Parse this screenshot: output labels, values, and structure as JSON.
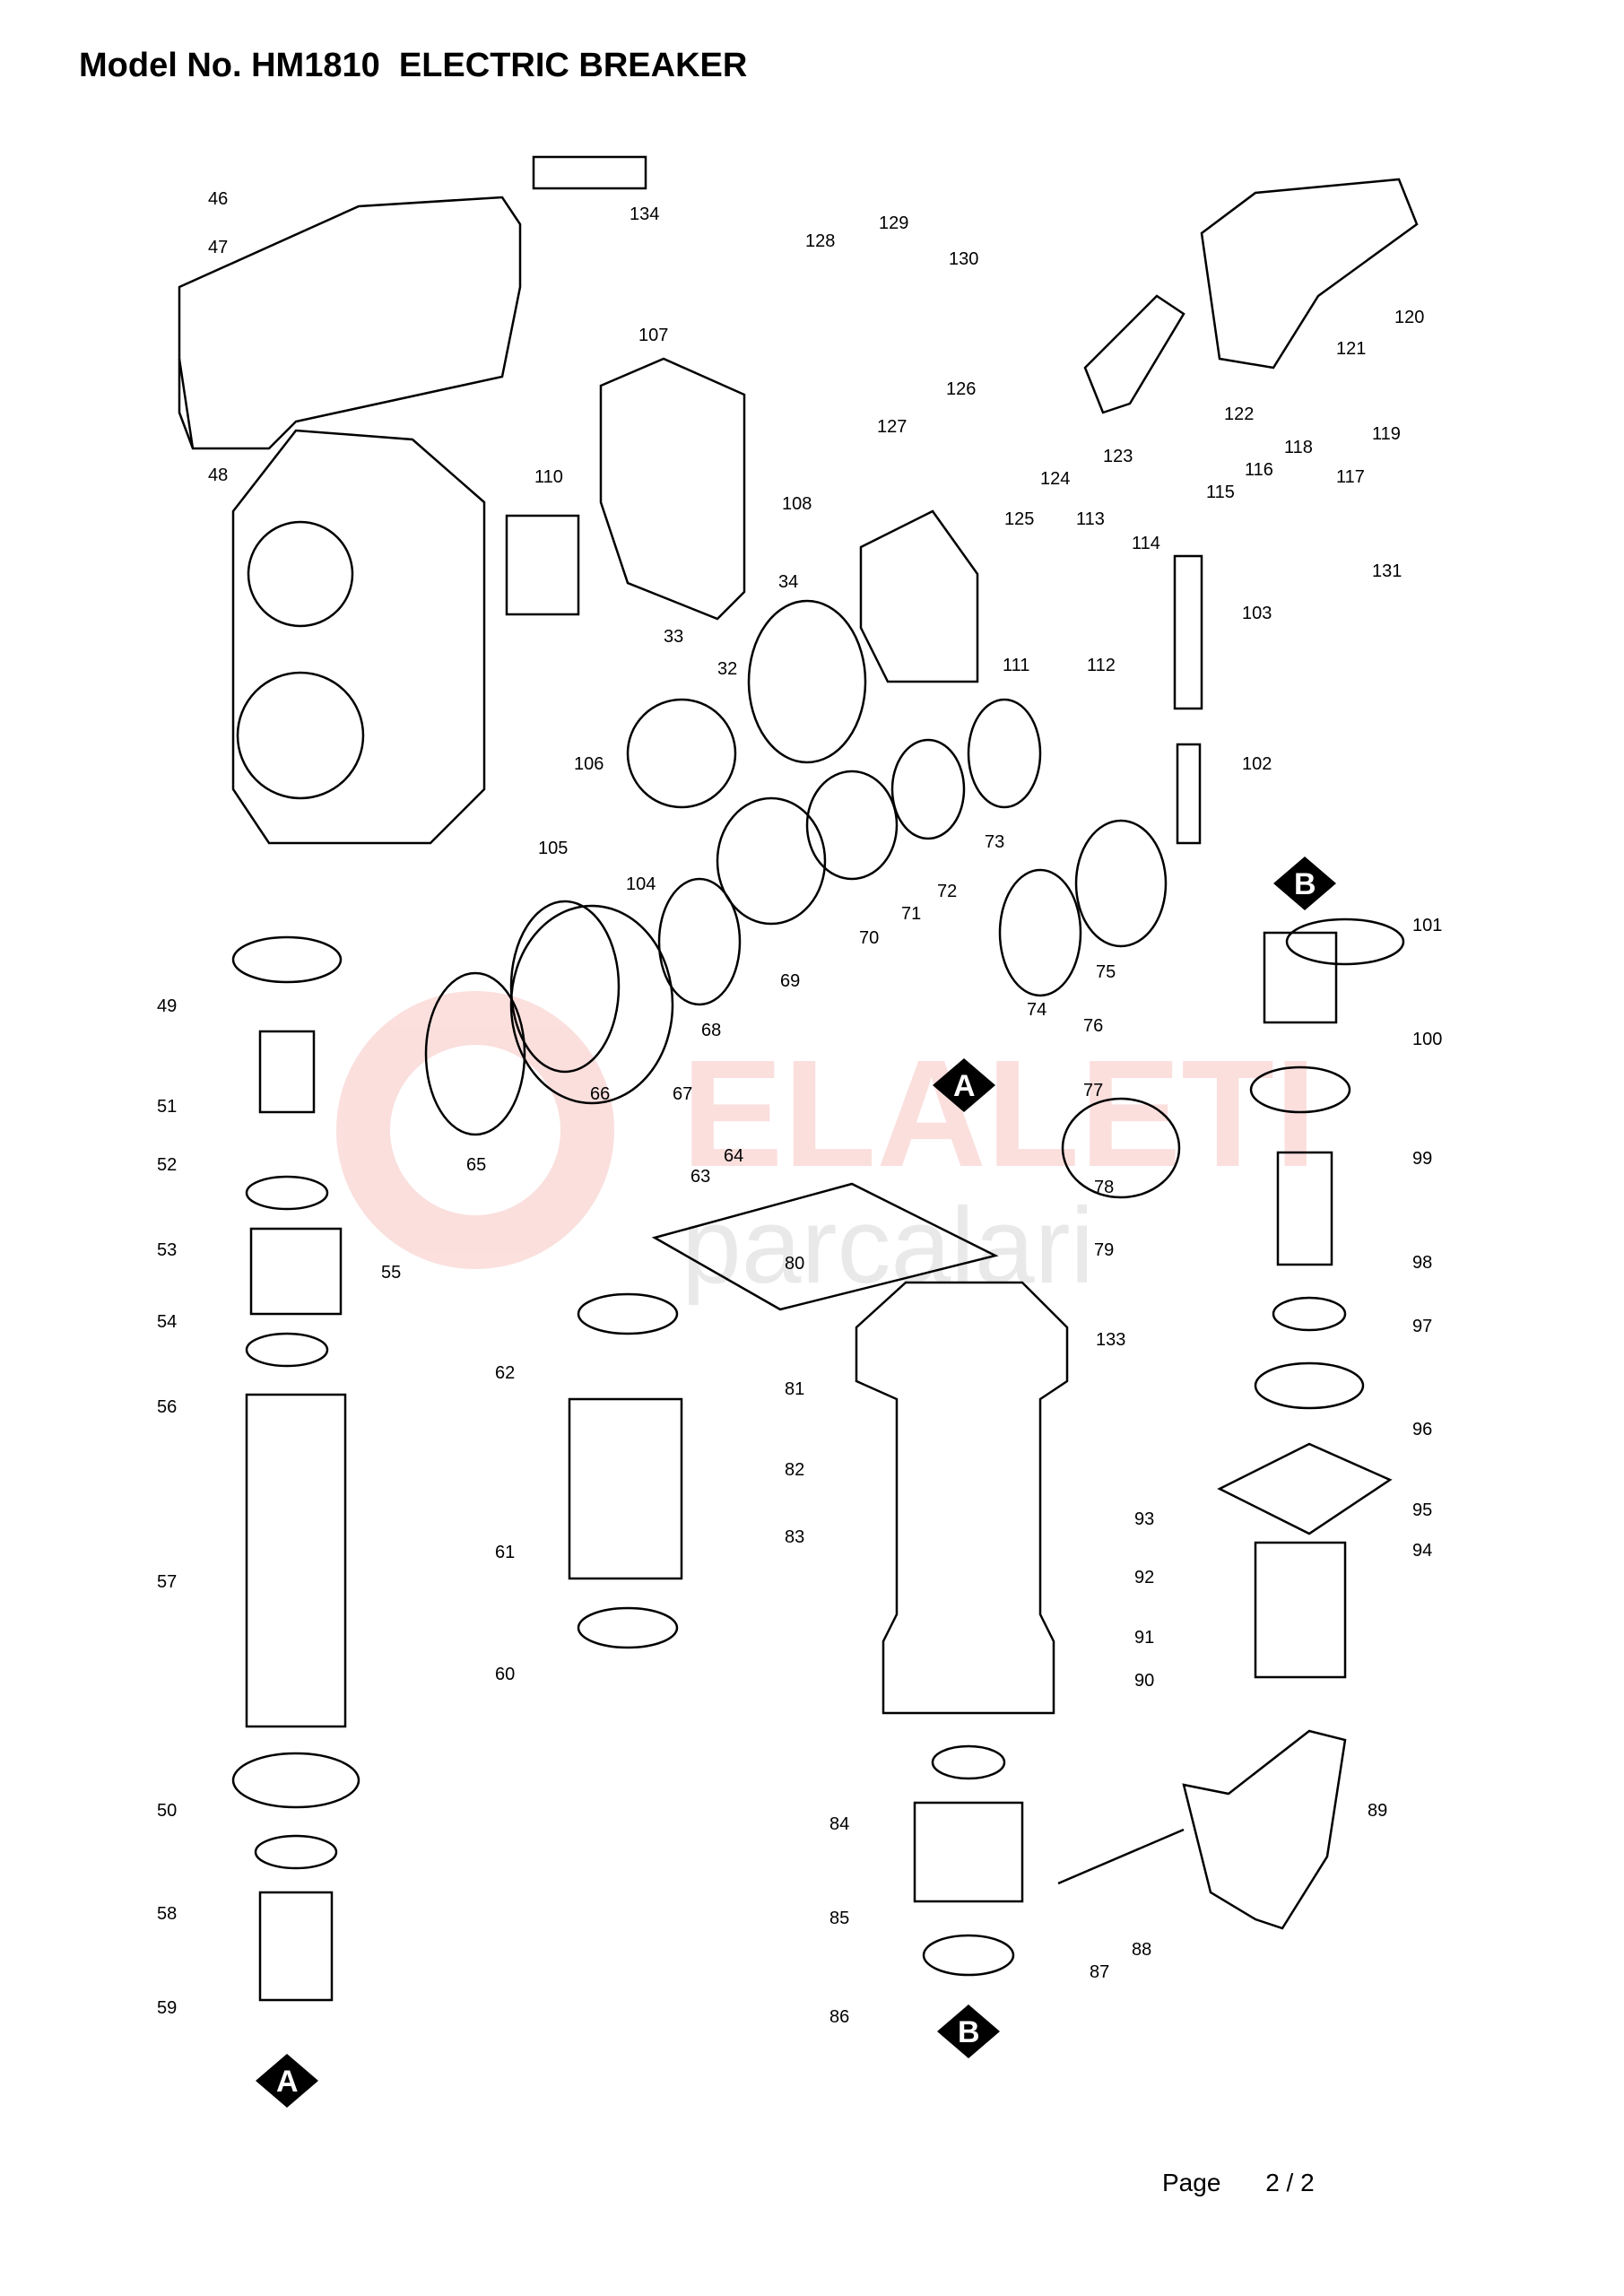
{
  "header": {
    "title": "Model No. HM1810  ELECTRIC BREAKER"
  },
  "footer": {
    "page_label": "Page",
    "page_number": "2 / 2"
  },
  "watermark": {
    "brand": "ELALETI",
    "sub": "parcalari",
    "color": "#e8534a"
  },
  "reference_markers": [
    "A",
    "B"
  ],
  "callouts": [
    "46",
    "47",
    "48",
    "134",
    "107",
    "110",
    "128",
    "129",
    "130",
    "126",
    "127",
    "124",
    "125",
    "113",
    "114",
    "108",
    "34",
    "33",
    "32",
    "106",
    "105",
    "104",
    "111",
    "112",
    "122",
    "123",
    "120",
    "121",
    "115",
    "116",
    "117",
    "118",
    "119",
    "131",
    "103",
    "102",
    "73",
    "72",
    "71",
    "70",
    "69",
    "68",
    "67",
    "66",
    "65",
    "74",
    "75",
    "101",
    "100",
    "99",
    "98",
    "97",
    "96",
    "95",
    "94",
    "93",
    "92",
    "91",
    "90",
    "89",
    "88",
    "87",
    "86",
    "85",
    "84",
    "83",
    "82",
    "81",
    "80",
    "79",
    "78",
    "77",
    "76",
    "64",
    "63",
    "62",
    "61",
    "60",
    "59",
    "58",
    "57",
    "56",
    "55",
    "54",
    "53",
    "52",
    "51",
    "50",
    "49",
    "133"
  ]
}
